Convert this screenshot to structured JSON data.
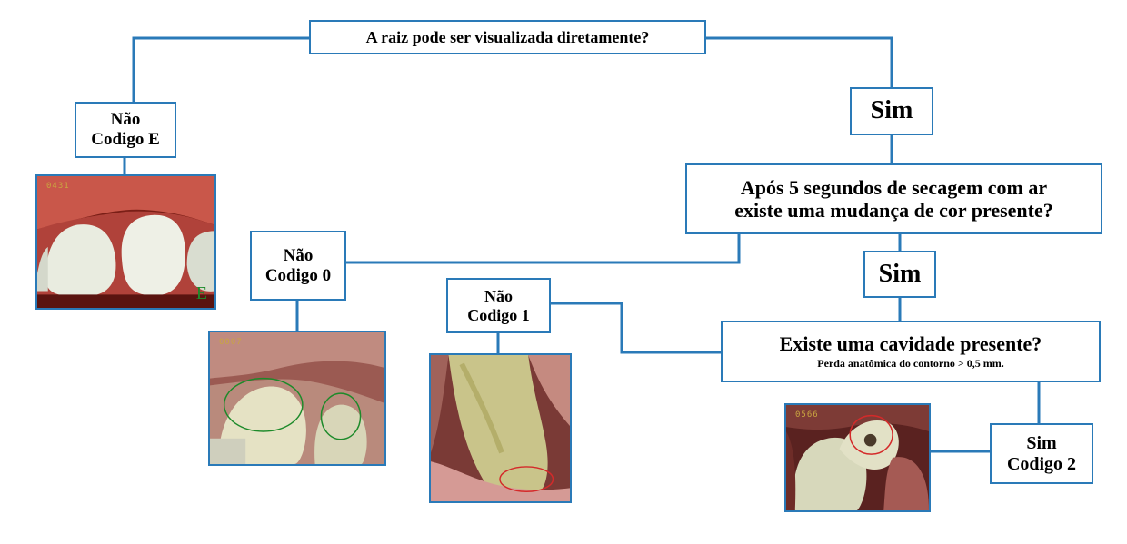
{
  "colors": {
    "line": "#2a7ab8",
    "green_mark": "#1d8a2a",
    "red_mark": "#d42a2a"
  },
  "question_root": "A raiz pode ser visualizada diretamente?",
  "yes_1": "Sim",
  "question_color": {
    "line1": "Após 5 segundos de secagem com ar",
    "line2": "existe uma mudança de cor presente?"
  },
  "yes_2": "Sim",
  "question_cavity": {
    "title": "Existe uma cavidade presente?",
    "subtitle": "Perda anatômica do contorno > 0,5 mm."
  },
  "no_e": {
    "line1": "Não",
    "line2": "Codigo E"
  },
  "no_0": {
    "line1": "Não",
    "line2": "Codigo 0"
  },
  "no_1": {
    "line1": "Não",
    "line2": "Codigo 1"
  },
  "yes_code2": {
    "line1": "Sim",
    "line2": "Codigo 2"
  },
  "photos": {
    "e": {
      "stamp": "0431",
      "mark": "E"
    },
    "code0": {
      "stamp": "0007"
    },
    "code2": {
      "stamp": "0566"
    }
  }
}
